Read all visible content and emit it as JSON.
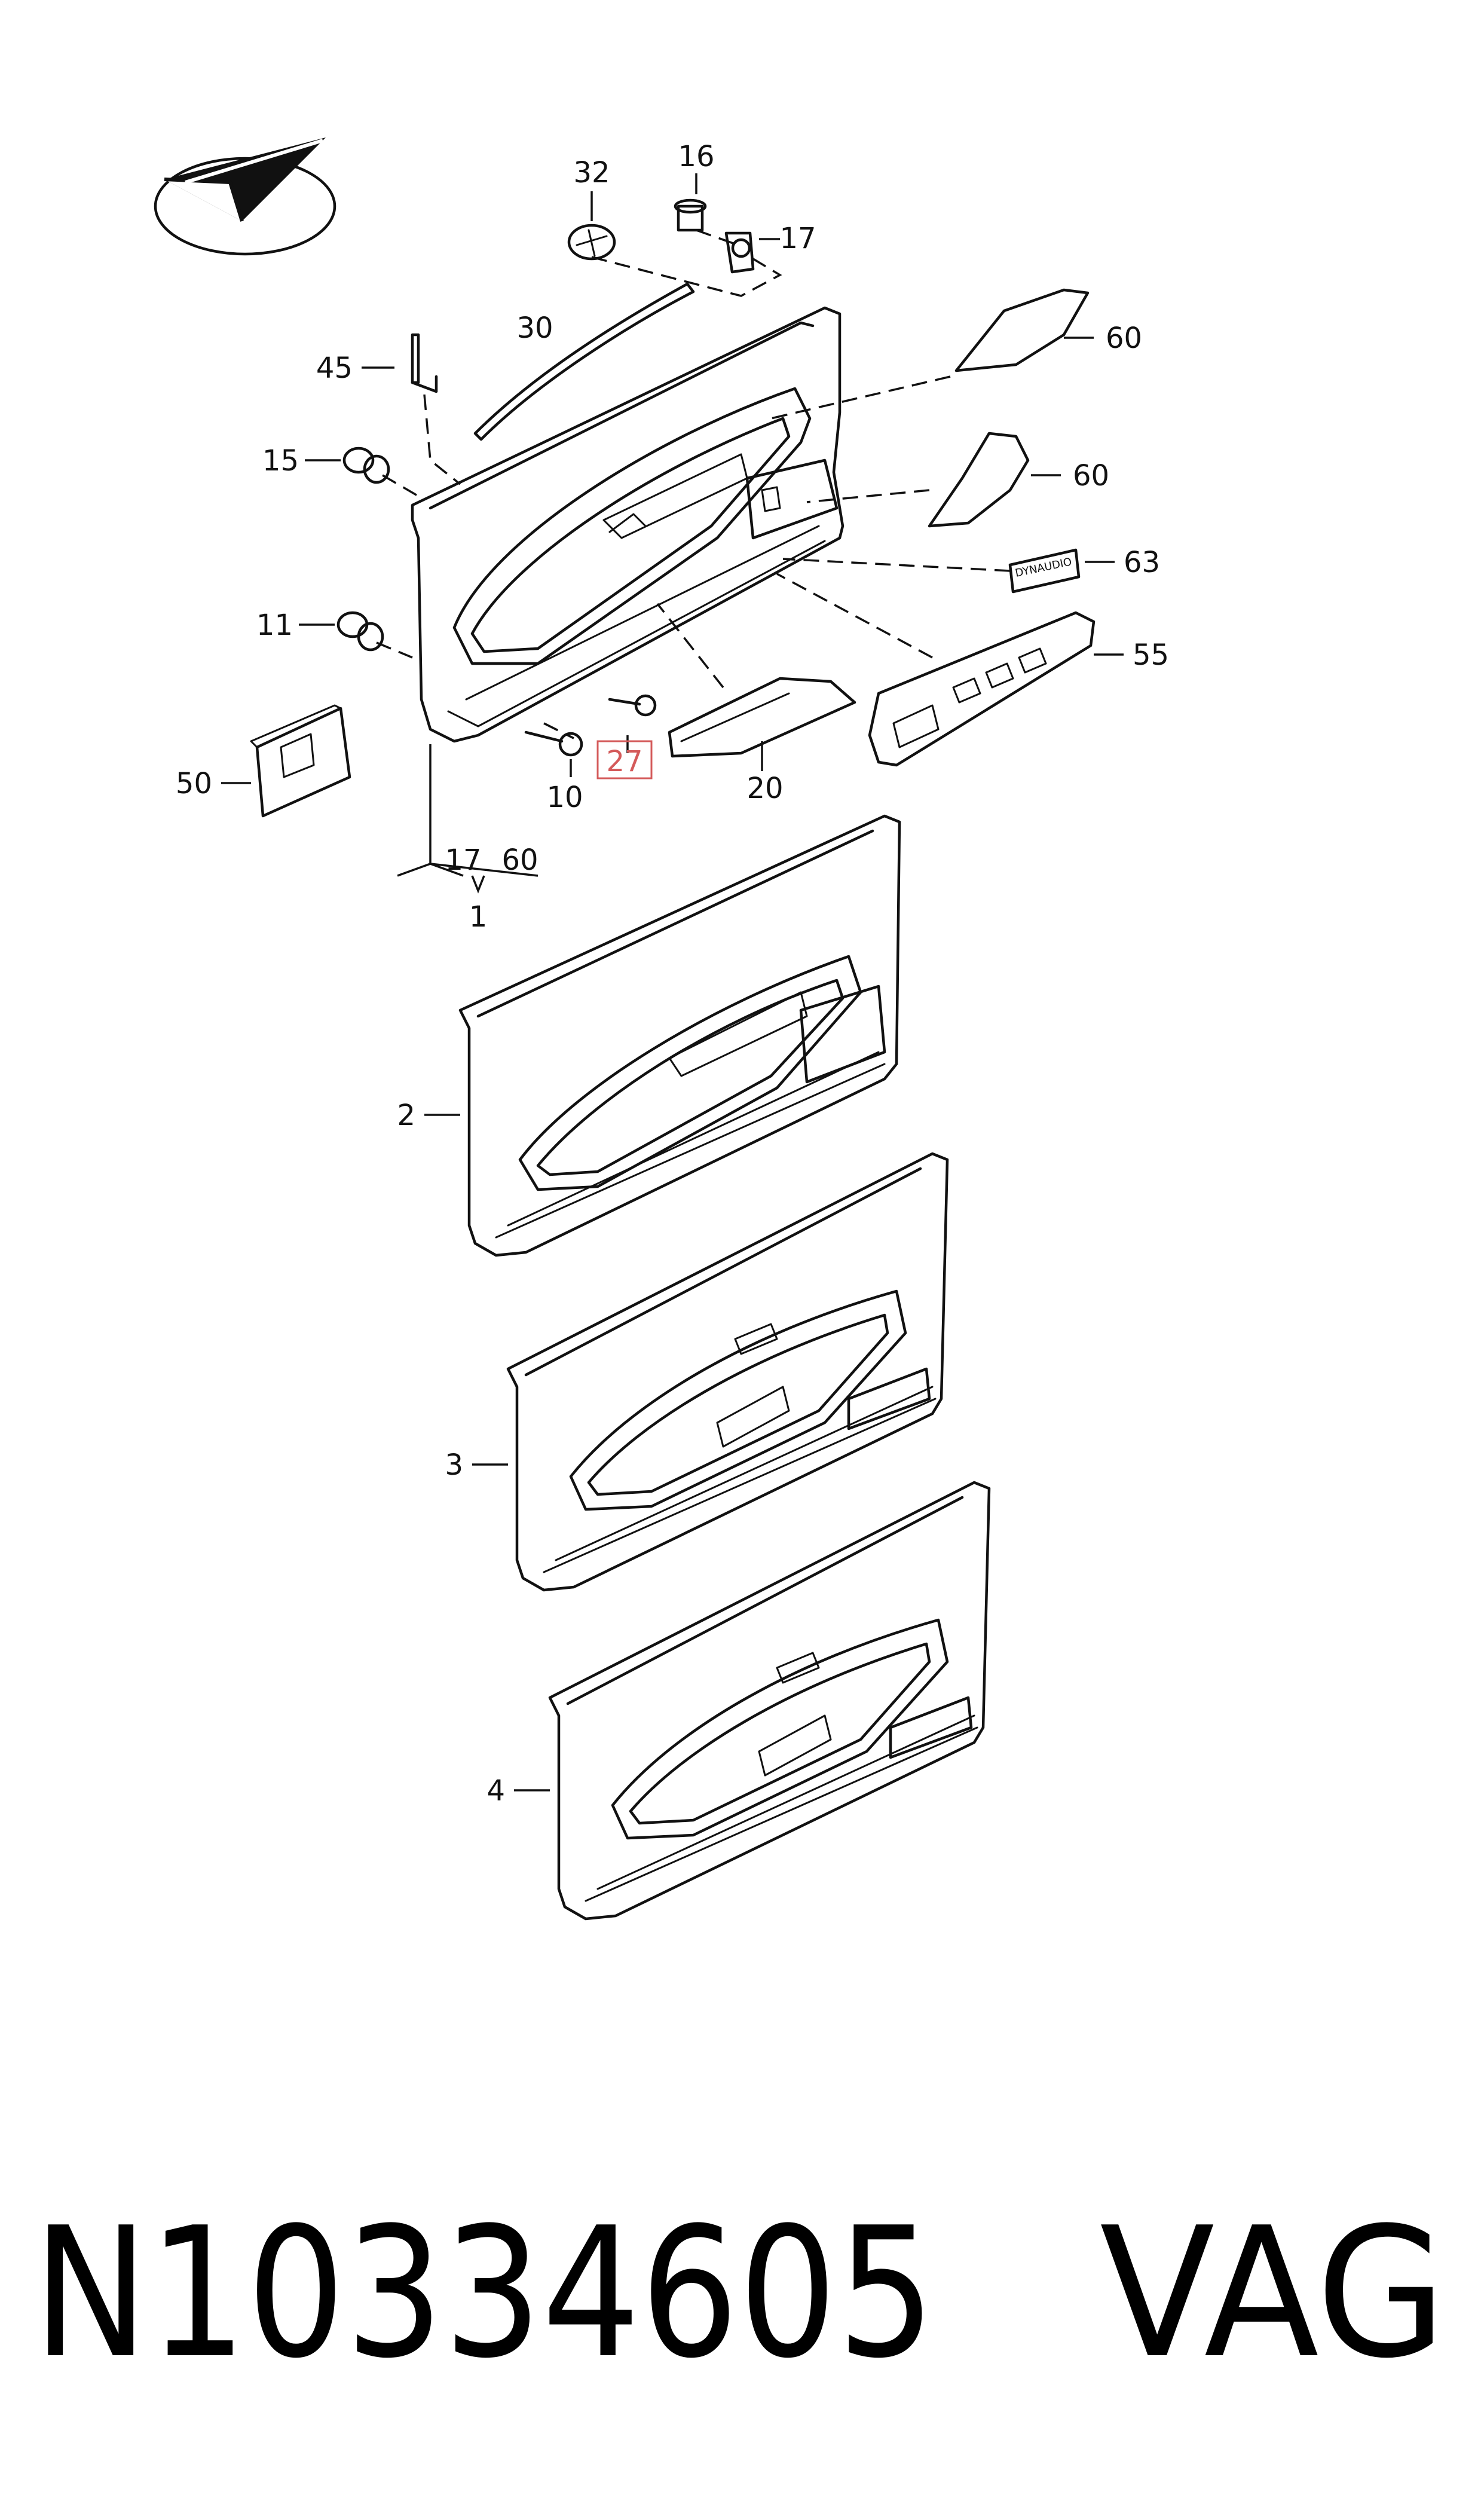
{
  "callouts": {
    "c32": "32",
    "c16": "16",
    "c17a": "17",
    "c30": "30",
    "c45": "45",
    "c60a": "60",
    "c60b": "60",
    "c15": "15",
    "c63": "63",
    "c11": "11",
    "c55": "55",
    "c27": "27",
    "c50": "50",
    "c10": "10",
    "c20": "20",
    "c17b": "17",
    "c60c": "60",
    "c1": "1",
    "c2": "2",
    "c3": "3",
    "c4": "4"
  },
  "badge_text": "DYNAUDIO",
  "part_number": "N10334605",
  "brand": "VAG",
  "colors": {
    "line": "#111111",
    "highlight": "#d45a5a",
    "background": "#ffffff"
  },
  "icons": [
    "direction-arrow-emblem"
  ]
}
